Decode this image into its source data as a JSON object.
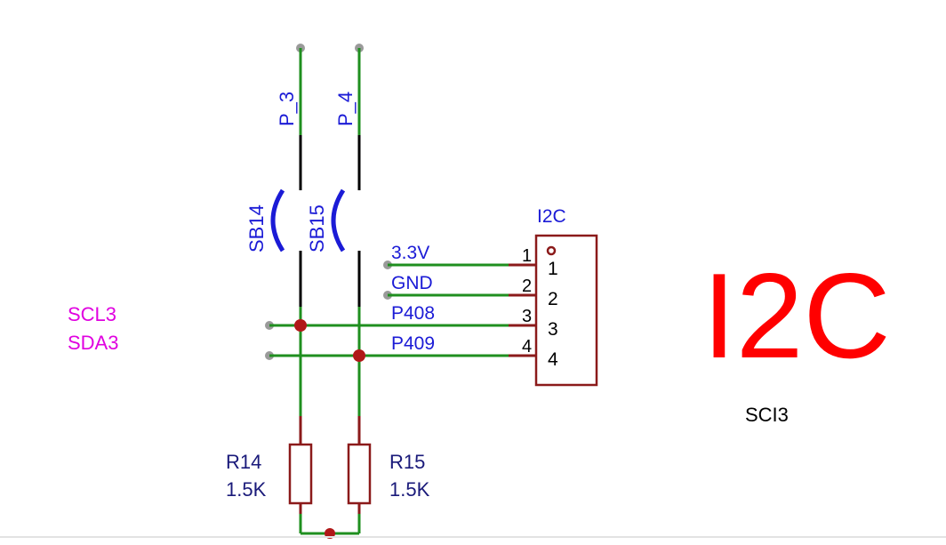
{
  "schematic": {
    "ports": [
      {
        "label": "P_3"
      },
      {
        "label": "P_4"
      }
    ],
    "solder_bridges": [
      {
        "ref": "SB14"
      },
      {
        "ref": "SB15"
      }
    ],
    "connector": {
      "ref": "I2C",
      "pins": [
        {
          "number": "1",
          "net": "3.3V"
        },
        {
          "number": "2",
          "net": "GND"
        },
        {
          "number": "3",
          "net": "P408"
        },
        {
          "number": "4",
          "net": "P409"
        }
      ]
    },
    "signals": [
      {
        "label": "SCL3"
      },
      {
        "label": "SDA3"
      }
    ],
    "resistors": [
      {
        "ref": "R14",
        "value": "1.5K"
      },
      {
        "ref": "R15",
        "value": "1.5K"
      }
    ],
    "big_title": "I2C",
    "caption": "SCI3"
  },
  "colors": {
    "wire": "#1f8f1f",
    "net_label": "#1b1bd6",
    "signal_label": "#e000e0",
    "part_body": "#8b1a1a",
    "title": "#ff0000",
    "junction": "#b01818",
    "wire_end": "#9a9a9a"
  }
}
